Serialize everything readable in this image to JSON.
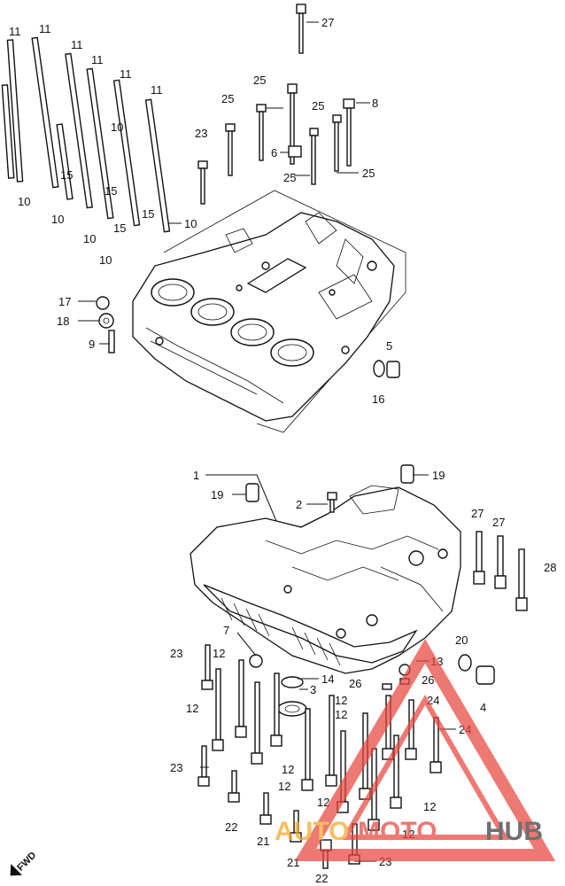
{
  "diagram": {
    "callouts": [
      {
        "id": "c27a",
        "text": "27"
      },
      {
        "id": "c11a",
        "text": "11"
      },
      {
        "id": "c11b",
        "text": "11"
      },
      {
        "id": "c11c",
        "text": "11"
      },
      {
        "id": "c11d",
        "text": "11"
      },
      {
        "id": "c11e",
        "text": "11"
      },
      {
        "id": "c11f",
        "text": "11"
      },
      {
        "id": "c25a",
        "text": "25"
      },
      {
        "id": "c25b",
        "text": "25"
      },
      {
        "id": "c25c",
        "text": "25"
      },
      {
        "id": "c25d",
        "text": "25"
      },
      {
        "id": "c25e",
        "text": "25"
      },
      {
        "id": "c8",
        "text": "8"
      },
      {
        "id": "c23a",
        "text": "23"
      },
      {
        "id": "c6",
        "text": "6"
      },
      {
        "id": "c10a",
        "text": "10"
      },
      {
        "id": "c10b",
        "text": "10"
      },
      {
        "id": "c10c",
        "text": "10"
      },
      {
        "id": "c10d",
        "text": "10"
      },
      {
        "id": "c10e",
        "text": "10"
      },
      {
        "id": "c10f",
        "text": "10"
      },
      {
        "id": "c15a",
        "text": "15"
      },
      {
        "id": "c15b",
        "text": "15"
      },
      {
        "id": "c15c",
        "text": "15"
      },
      {
        "id": "c15d",
        "text": "15"
      },
      {
        "id": "c17",
        "text": "17"
      },
      {
        "id": "c18",
        "text": "18"
      },
      {
        "id": "c9",
        "text": "9"
      },
      {
        "id": "c5",
        "text": "5"
      },
      {
        "id": "c16",
        "text": "16"
      },
      {
        "id": "c1",
        "text": "1"
      },
      {
        "id": "c19a",
        "text": "19"
      },
      {
        "id": "c19b",
        "text": "19"
      },
      {
        "id": "c2",
        "text": "2"
      },
      {
        "id": "c27b",
        "text": "27"
      },
      {
        "id": "c27c",
        "text": "27"
      },
      {
        "id": "c28",
        "text": "28"
      },
      {
        "id": "c7",
        "text": "7"
      },
      {
        "id": "c20",
        "text": "20"
      },
      {
        "id": "c23b",
        "text": "23"
      },
      {
        "id": "c12a",
        "text": "12"
      },
      {
        "id": "c13",
        "text": "13"
      },
      {
        "id": "c14",
        "text": "14"
      },
      {
        "id": "c26a",
        "text": "26"
      },
      {
        "id": "c26b",
        "text": "26"
      },
      {
        "id": "c4",
        "text": "4"
      },
      {
        "id": "c3",
        "text": "3"
      },
      {
        "id": "c12b",
        "text": "12"
      },
      {
        "id": "c12c",
        "text": "12"
      },
      {
        "id": "c24a",
        "text": "24"
      },
      {
        "id": "c12d",
        "text": "12"
      },
      {
        "id": "c24b",
        "text": "24"
      },
      {
        "id": "c23c",
        "text": "23"
      },
      {
        "id": "c12e",
        "text": "12"
      },
      {
        "id": "c12f",
        "text": "12"
      },
      {
        "id": "c12g",
        "text": "12"
      },
      {
        "id": "c12h",
        "text": "12"
      },
      {
        "id": "c12i",
        "text": "12"
      },
      {
        "id": "c22a",
        "text": "22"
      },
      {
        "id": "c21a",
        "text": "21"
      },
      {
        "id": "c21b",
        "text": "21"
      },
      {
        "id": "c22b",
        "text": "22"
      },
      {
        "id": "c23d",
        "text": "23"
      }
    ],
    "direction_label": "FWD"
  },
  "watermark": {
    "brand_part1": "AUTO",
    "brand_part2": "MOTO",
    "brand_part3": "HUB",
    "color_orange": "#f5a623",
    "color_red": "#e8453c",
    "color_dark": "#3a3a3a"
  }
}
